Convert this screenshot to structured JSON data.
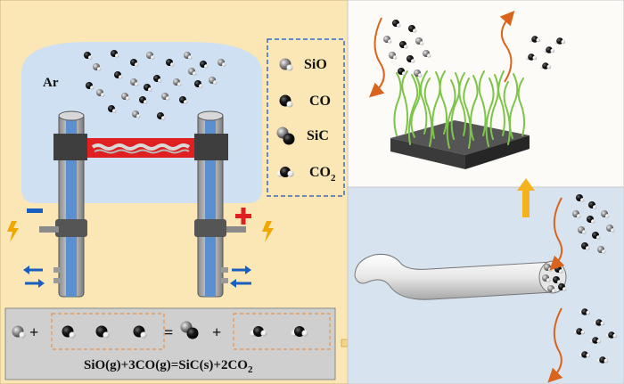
{
  "chamber": {
    "gas_label": "Ar"
  },
  "legend": {
    "items": [
      {
        "label": "SiO",
        "species": "SiO"
      },
      {
        "label": "CO",
        "species": "CO"
      },
      {
        "label": "SiC",
        "species": "SiC"
      },
      {
        "label": "CO",
        "sub": "2",
        "species": "CO2"
      }
    ]
  },
  "electrodes": {
    "negative_symbol": "−",
    "positive_symbol": "+"
  },
  "reaction": {
    "equation_main": "SiO(g)+3CO(g)=SiC(s)+2CO",
    "equation_sub": "2",
    "equals": "=",
    "plus": "+"
  },
  "colors": {
    "left_bg": "#fbe7b5",
    "chamber": "#cfe0f2",
    "right_bottom_bg": "#d8e3f0",
    "electrode_red": "#e02020",
    "nanowire_green": "#7dc44a",
    "flow_arrow": "#d9641e",
    "yellow_arrow": "#f5b21f",
    "lightning": "#f0a800",
    "legend_border": "#3a6cc0"
  },
  "icons": [
    "lightning-icon",
    "double-arrow-icon",
    "flow-arrow-icon",
    "up-arrow-icon",
    "right-arrow-icon"
  ]
}
